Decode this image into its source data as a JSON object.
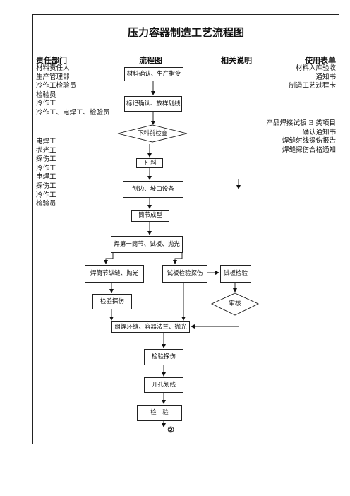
{
  "title": "压力容器制造工艺流程图",
  "headers": {
    "department": "责任部门",
    "flowchart": "流程图",
    "notes": "相关说明",
    "forms": "使用表单"
  },
  "departments_top": [
    "材料责任人",
    "生产管理部",
    "冷作工检验员",
    "检验员",
    "冷作工",
    "冷作工、电焊工、检验员"
  ],
  "departments_bottom": [
    "电焊工",
    "抛光工",
    "探伤工",
    "冷作工",
    "电焊工",
    "探伤工",
    "冷作工",
    "检验员"
  ],
  "forms_top": [
    "材料入库验收",
    "通知书",
    "制造工艺过程卡"
  ],
  "forms_bottom": [
    "产品焊接试板 B 类项目",
    "确认通知书",
    "焊缝射线探伤报告",
    "焊缝探伤合格通知"
  ],
  "nodes": {
    "material_confirm": "材料确认、生产指令",
    "marking": "标记确认、放样划线",
    "pre_cut_check": "下料前检查",
    "cutting": "下 料",
    "edge_bevel": "刨边、坡口设备",
    "shell_forming": "筒节成型",
    "weld_first_shell": "焊第一筒节、试板、抛光",
    "weld_longitudinal": "焊筒节纵缝、抛光",
    "test_plate_ndt": "试板检验探伤",
    "test_plate_check": "试板检验",
    "ndt_inspect": "检验探伤",
    "review": "审核",
    "assembly_weld": "组焊环缝、容器法兰、抛光",
    "ndt_inspect_2": "检验探伤",
    "opening_marking": "开孔划线",
    "inspection": "检　验",
    "connector": "②"
  }
}
